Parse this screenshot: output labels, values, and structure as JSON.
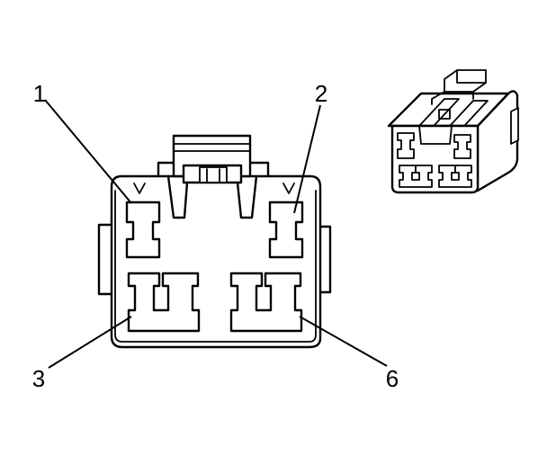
{
  "diagram": {
    "callouts": [
      {
        "id": "pin-1",
        "label": "1"
      },
      {
        "id": "pin-2",
        "label": "2"
      },
      {
        "id": "pin-3",
        "label": "3"
      },
      {
        "id": "pin-6",
        "label": "6"
      }
    ],
    "line_color": "#000000",
    "background_color": "#ffffff"
  }
}
